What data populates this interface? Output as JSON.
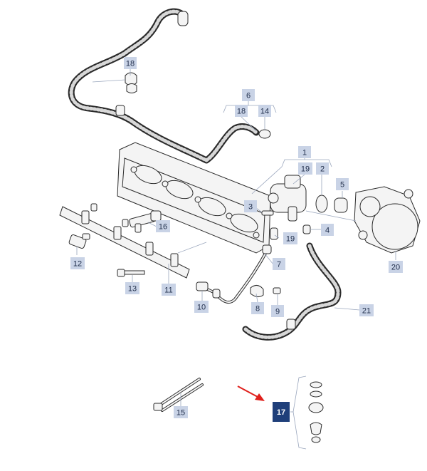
{
  "callouts": {
    "c1": "1",
    "c2": "2",
    "c3": "3",
    "c4": "4",
    "c5": "5",
    "c6": "6",
    "c7": "7",
    "c8": "8",
    "c9": "9",
    "c10": "10",
    "c11": "11",
    "c12": "12",
    "c13": "13",
    "c14": "14",
    "c15": "15",
    "c16": "16",
    "c17": "17",
    "c18a": "18",
    "c18b": "18",
    "c19a": "19",
    "c19b": "19",
    "c20": "20",
    "c21": "21"
  },
  "colors": {
    "callout_fill": "#c9d3e6",
    "callout_highlight_fill": "#1f3f7a",
    "arrow": "#e0201c"
  },
  "icons": [
    "red-arrow-icon"
  ]
}
